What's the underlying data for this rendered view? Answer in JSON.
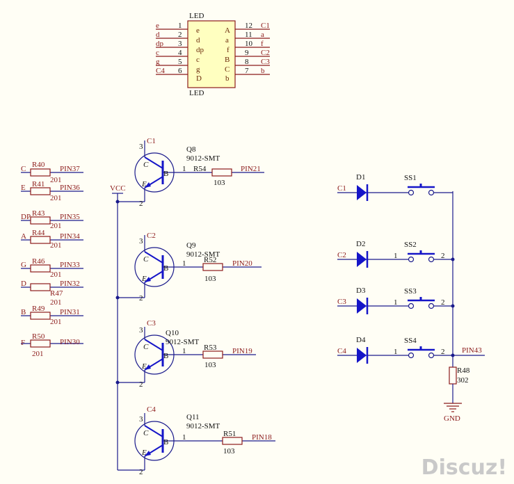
{
  "led": {
    "top_label": "LED",
    "bottom_label": "LED",
    "left_pins": [
      {
        "net": "e",
        "num": "1",
        "inner": "e"
      },
      {
        "net": "d",
        "num": "2",
        "inner": "d"
      },
      {
        "net": "dp",
        "num": "3",
        "inner": "dp"
      },
      {
        "net": "c",
        "num": "4",
        "inner": "c"
      },
      {
        "net": "g",
        "num": "5",
        "inner": "g"
      },
      {
        "net": "C4",
        "num": "6",
        "inner": "D"
      }
    ],
    "right_pins": [
      {
        "num": "12",
        "net": "C1",
        "inner": "A"
      },
      {
        "num": "11",
        "net": "a",
        "inner": "a"
      },
      {
        "num": "10",
        "net": "f",
        "inner": "f"
      },
      {
        "num": "9",
        "net": "C2",
        "inner": "B"
      },
      {
        "num": "8",
        "net": "C3",
        "inner": "C"
      },
      {
        "num": "7",
        "net": "b",
        "inner": "b"
      }
    ]
  },
  "resistor_net": [
    {
      "net": "C",
      "ref": "R40",
      "val": "201",
      "pin": "PIN37"
    },
    {
      "net": "E",
      "ref": "R41",
      "val": "201",
      "pin": "PIN36"
    },
    {
      "net": "DP",
      "ref": "R43",
      "val": "201",
      "pin": "PIN35"
    },
    {
      "net": "A",
      "ref": "R44",
      "val": "201",
      "pin": "PIN34"
    },
    {
      "net": "G",
      "ref": "R46",
      "val": "201",
      "pin": "PIN33"
    },
    {
      "net": "D",
      "ref": "R47",
      "val": "201",
      "pin": "PIN32"
    },
    {
      "net": "B",
      "ref": "R49",
      "val": "201",
      "pin": "PIN31"
    },
    {
      "net": "F",
      "ref": "R50",
      "val": "201",
      "pin": "PIN30"
    }
  ],
  "vcc_label": "VCC",
  "transistors": [
    {
      "collector": "C1",
      "ref": "Q8",
      "model": "9012-SMT",
      "res_ref": "R54",
      "res_val": "103",
      "pin": "PIN21",
      "pin_c": "3",
      "pin_b": "1",
      "pin_e": "2",
      "letter_c": "C",
      "letter_e": "E",
      "letter_b": "B"
    },
    {
      "collector": "C2",
      "ref": "Q9",
      "model": "9012-SMT",
      "res_ref": "R52",
      "res_val": "103",
      "pin": "PIN20",
      "pin_c": "3",
      "pin_b": "1",
      "pin_e": "2",
      "letter_c": "C",
      "letter_e": "E",
      "letter_b": "B"
    },
    {
      "collector": "C3",
      "ref": "Q10",
      "model": "9012-SMT",
      "res_ref": "R53",
      "res_val": "103",
      "pin": "PIN19",
      "pin_c": "3",
      "pin_b": "1",
      "pin_e": "2",
      "letter_c": "C",
      "letter_e": "E",
      "letter_b": "B"
    },
    {
      "collector": "C4",
      "ref": "Q11",
      "model": "9012-SMT",
      "res_ref": "R51",
      "res_val": "103",
      "pin": "PIN18",
      "pin_c": "3",
      "pin_b": "1",
      "pin_e": "2",
      "letter_c": "C",
      "letter_e": "E",
      "letter_b": "B"
    }
  ],
  "keys": [
    {
      "net": "C1",
      "diode": "D1",
      "switch": "SS1",
      "pin1": "",
      "pin2": ""
    },
    {
      "net": "C2",
      "diode": "D2",
      "switch": "SS2",
      "pin1": "1",
      "pin2": "2"
    },
    {
      "net": "C3",
      "diode": "D3",
      "switch": "SS3",
      "pin1": "1",
      "pin2": "2"
    },
    {
      "net": "C4",
      "diode": "D4",
      "switch": "SS4",
      "pin1": "1",
      "pin2": "2"
    }
  ],
  "key_out_pin": "PIN43",
  "pulldown": {
    "ref": "R48",
    "val": "302"
  },
  "gnd_label": "GND",
  "watermark": "Discuz!"
}
